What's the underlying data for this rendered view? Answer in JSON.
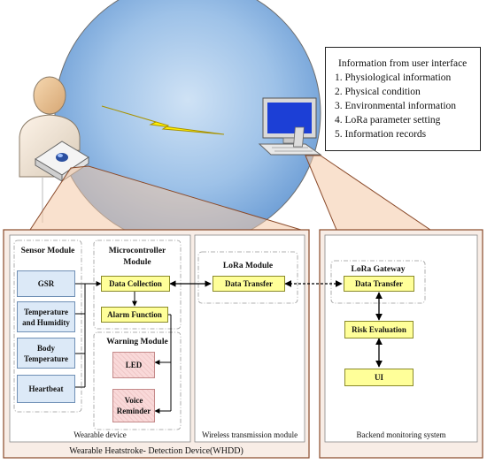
{
  "info_panel": {
    "title": "Information from user interface",
    "items": [
      "1. Physiological information",
      "2. Physical condition",
      "3. Environmental information",
      "4. LoRa parameter setting",
      "5. Information records"
    ]
  },
  "whdd": {
    "caption": "Wearable Heatstroke- Detection Device(WHDD)",
    "wearable_caption": "Wearable device",
    "sensor_module": {
      "title": "Sensor Module",
      "sensors": [
        "GSR",
        "Temperature and Humidity",
        "Body Temperature",
        "Heartbeat"
      ]
    },
    "microcontroller_module": {
      "title": "Microcontroller Module",
      "data_collection": "Data Collection",
      "alarm_function": "Alarm Function"
    },
    "warning_module": {
      "title": "Warning Module",
      "led": "LED",
      "voice": "Voice Reminder"
    },
    "wireless": {
      "caption": "Wireless transmission module",
      "lora_title": "LoRa Module",
      "data_transfer": "Data Transfer"
    }
  },
  "backend": {
    "caption": "Backend monitoring system",
    "gateway_title": "LoRa Gateway",
    "data_transfer": "Data Transfer",
    "risk_evaluation": "Risk Evaluation",
    "ui": "UI"
  },
  "colors": {
    "panel_fill": "#f8ede6",
    "panel_border": "#8a4a2a",
    "yellow_box": "#ffff99",
    "blue_box": "#dce9f7",
    "pink_box": "#f9d9d9",
    "lightning": "#ffee00",
    "callout": "#f4c9a6"
  }
}
